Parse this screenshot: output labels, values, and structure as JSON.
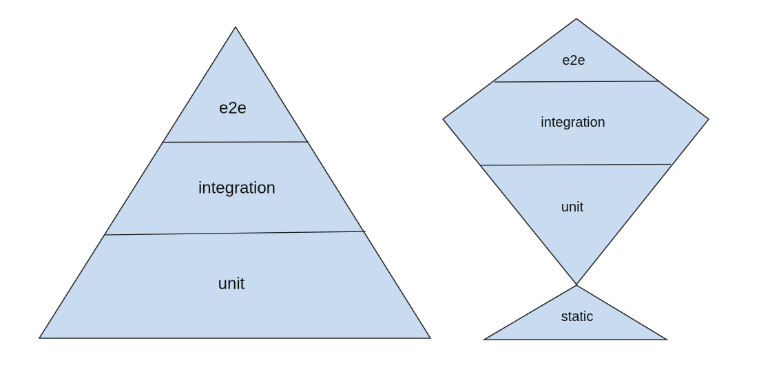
{
  "colors": {
    "shape_fill": "#c8dbf0",
    "shape_stroke": "#2b2b2b",
    "divider_stroke": "#1a1a1a",
    "text": "#111111",
    "background": "#ffffff"
  },
  "pyramid": {
    "layers": [
      {
        "label": "e2e"
      },
      {
        "label": "integration"
      },
      {
        "label": "unit"
      }
    ]
  },
  "trophy": {
    "layers": [
      {
        "label": "e2e"
      },
      {
        "label": "integration"
      },
      {
        "label": "unit"
      },
      {
        "label": "static"
      }
    ]
  }
}
